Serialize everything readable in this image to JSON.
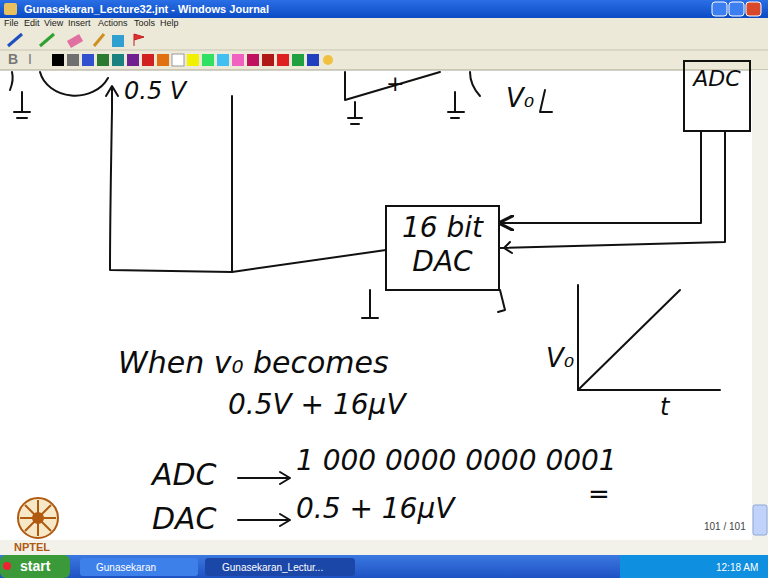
{
  "diagram": {
    "nodes": [
      {
        "text": [
          "ADC"
        ]
      },
      {
        "text": [
          "16 bit DAC"
        ]
      }
    ],
    "edges": [
      {
        "from": 0,
        "to": 1,
        "arrow": "to"
      }
    ],
    "labels": [
      "Gunasekaran_Lecture32.jnt - Windows Journal",
      "File",
      "Edit",
      "View",
      "Insert",
      "Actions",
      "Tools",
      "Help",
      "B",
      "I",
      "0.5 V",
      "+",
      "V₀",
      "When v₀ becomes",
      "0.5V + 16μV",
      "V₀",
      "t",
      "ADC",
      "1 000 0000 0000 0001",
      "=",
      "DAC",
      "0.5 + 16μV",
      "101 / 101",
      "NPTEL",
      "start",
      "Gunasekaran",
      "Gunasekaran_Lectur...",
      "12:18 AM"
    ]
  }
}
